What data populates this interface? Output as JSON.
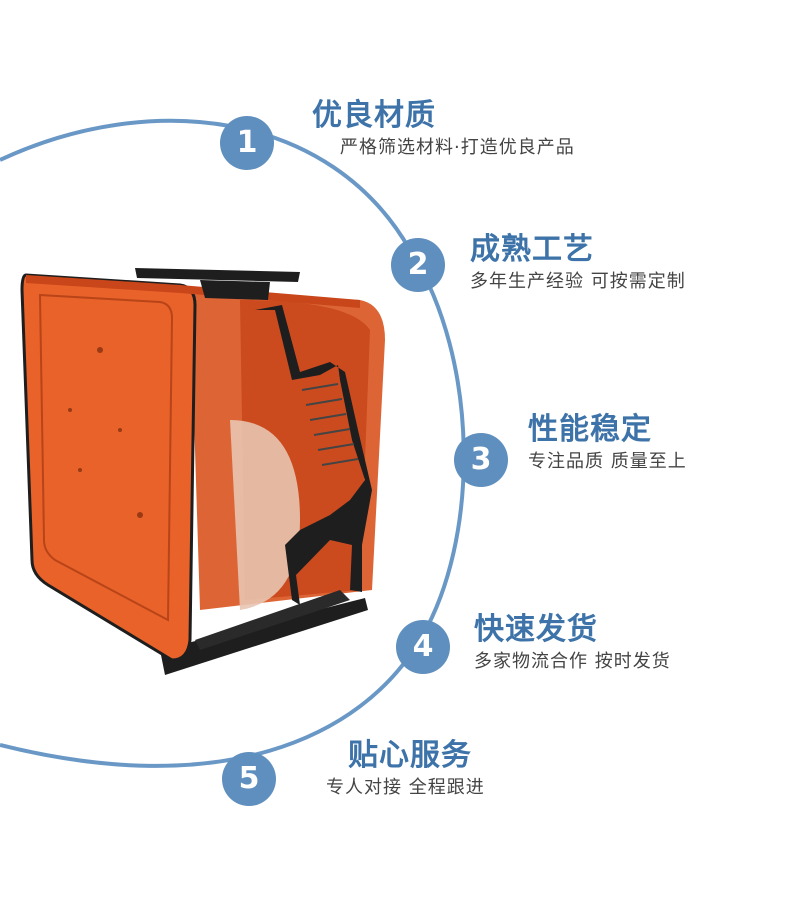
{
  "features": [
    {
      "number": "1",
      "title": "优良材质",
      "subtitle": "严格筛选材料·打造优良产品"
    },
    {
      "number": "2",
      "title": "成熟工艺",
      "subtitle": "多年生产经验  可按需定制"
    },
    {
      "number": "3",
      "title": "性能稳定",
      "subtitle": "专注品质 质量至上"
    },
    {
      "number": "4",
      "title": "快速发货",
      "subtitle": "多家物流合作 按时发货"
    },
    {
      "number": "5",
      "title": "贴心服务",
      "subtitle": "专人对接 全程跟进"
    }
  ],
  "colors": {
    "arc": "#6a98c6",
    "badge": "#5f8fbe",
    "title": "#3d73a8",
    "subtitle": "#444444",
    "product_orange": "#e8622a",
    "product_black": "#1e1e1e"
  }
}
